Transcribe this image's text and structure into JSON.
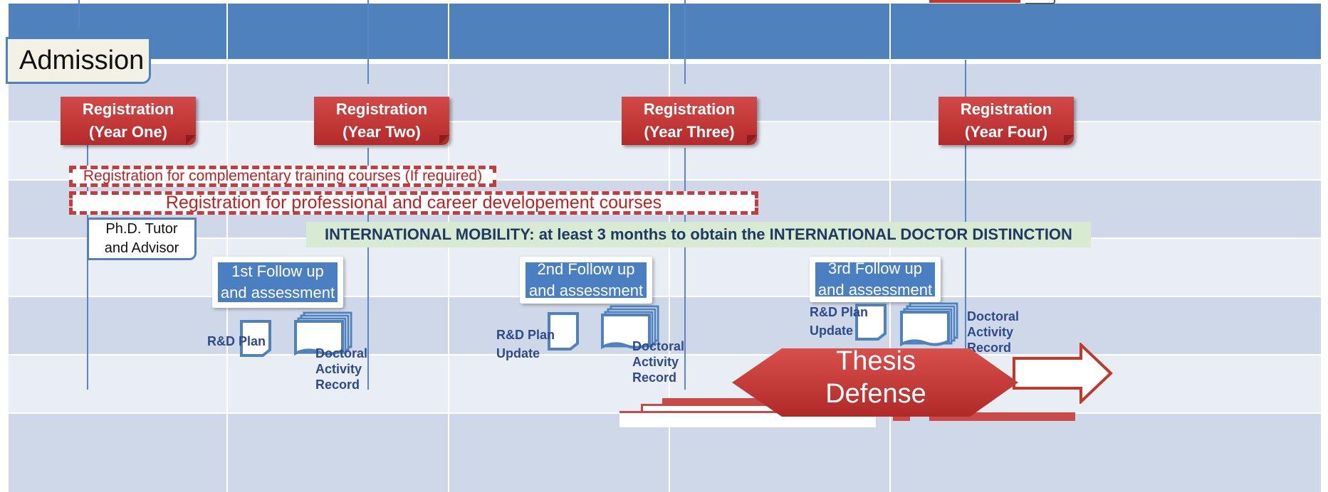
{
  "colors": {
    "header_blue": "#4f81bd",
    "band_dark": "#cfd8e8",
    "band_light": "#e9edf4",
    "registration_red": "#c0392b",
    "dashed_red": "#c43c3c",
    "mobility_green": "#d9ead3",
    "label_navy": "#2e4a8c"
  },
  "admission": {
    "label": "Admission"
  },
  "registrations": [
    {
      "line1": "Registration",
      "line2": "(Year One)"
    },
    {
      "line1": "Registration",
      "line2": "(Year Two)"
    },
    {
      "line1": "Registration",
      "line2": "(Year Three)"
    },
    {
      "line1": "Registration",
      "line2": "(Year Four)"
    }
  ],
  "courses": {
    "complementary": "Registration for complementary training courses (If required)",
    "professional": "Registration for professional and career developement courses"
  },
  "tutor": {
    "line1": "Ph.D. Tutor",
    "line2": "and Advisor"
  },
  "mobility": {
    "text": "INTERNATIONAL MOBILITY: at least 3 months to obtain the  INTERNATIONAL DOCTOR DISTINCTION"
  },
  "followups": [
    {
      "line1": "1st Follow up",
      "line2": "and assessment"
    },
    {
      "line1": "2nd Follow up",
      "line2": "and assessment"
    },
    {
      "line1": "3rd Follow up",
      "line2": "and assessment"
    }
  ],
  "documents": {
    "rd_plan": "R&D Plan",
    "rd_update_1": "R&D Plan",
    "rd_update_2": "Update",
    "record_1": "Doctoral",
    "record_2": "Activity",
    "record_3": "Record"
  },
  "thesis": {
    "line1": "Thesis",
    "line2": "Defense"
  },
  "icons": [
    "document-icon",
    "document-stack-icon",
    "arrow-right-icon",
    "thesis-hexagon"
  ]
}
